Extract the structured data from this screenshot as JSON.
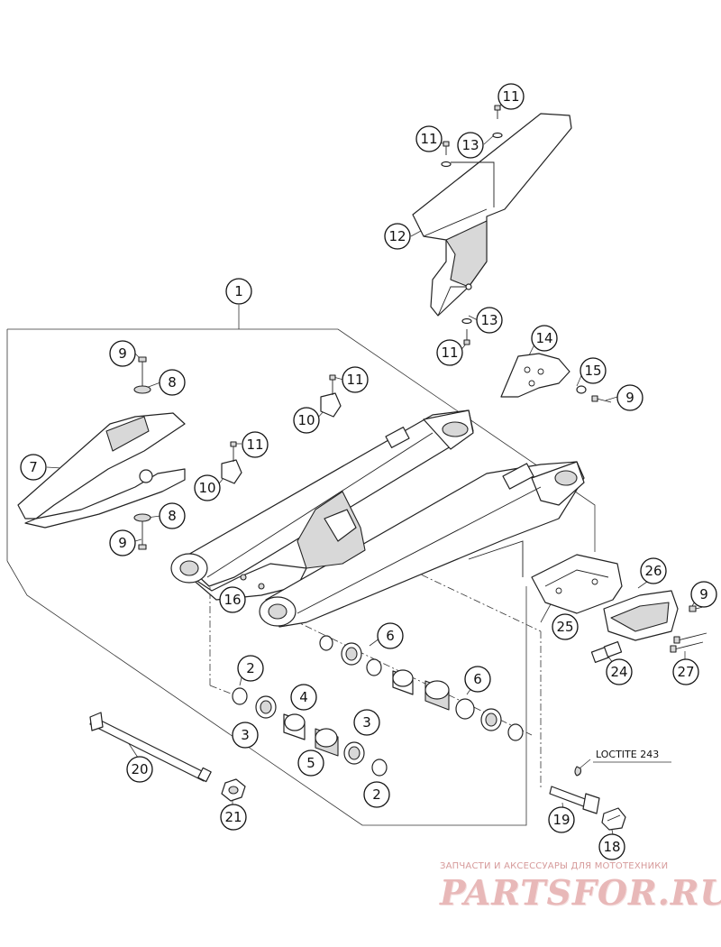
{
  "diagram": {
    "callouts": {
      "c1": "1",
      "c2a": "2",
      "c2b": "2",
      "c3a": "3",
      "c3b": "3",
      "c4": "4",
      "c5": "5",
      "c6a": "6",
      "c6b": "6",
      "c7": "7",
      "c8a": "8",
      "c8b": "8",
      "c9a": "9",
      "c9b": "9",
      "c9c": "9",
      "c9d": "9",
      "c10a": "10",
      "c10b": "10",
      "c11a": "11",
      "c11b": "11",
      "c11c": "11",
      "c11d": "11",
      "c11e": "11",
      "c12": "12",
      "c13a": "13",
      "c13b": "13",
      "c14": "14",
      "c15": "15",
      "c16": "16",
      "c18": "18",
      "c19": "19",
      "c20": "20",
      "c21": "21",
      "c24": "24",
      "c25": "25",
      "c26": "26",
      "c27": "27"
    },
    "note": "LOCTITE 243"
  },
  "watermark": {
    "tagline": "ЗАПЧАСТИ И АКСЕССУАРЫ ДЛЯ МОТОТЕХНИКИ",
    "logo": "PARTSFOR.RU",
    "color": "#e8b8b8"
  }
}
